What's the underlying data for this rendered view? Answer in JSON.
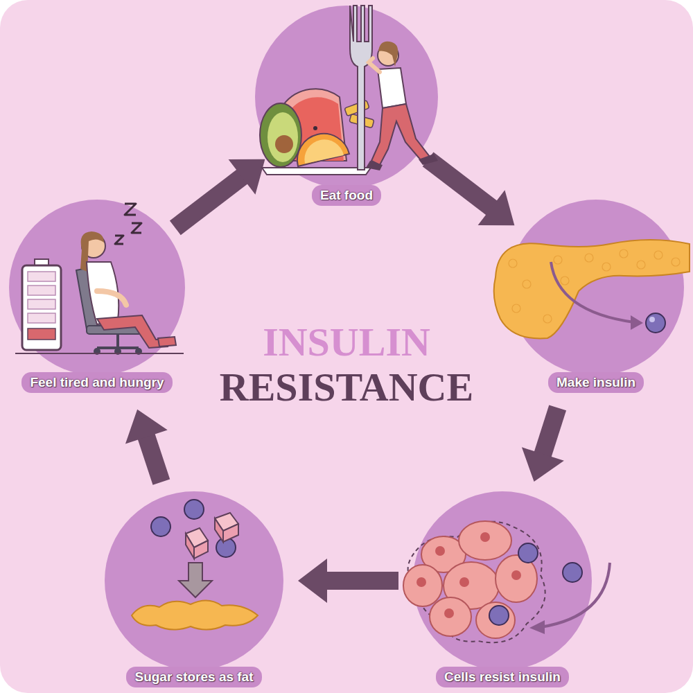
{
  "diagram": {
    "title": "INSULIN RESISTANCE",
    "nodes": [
      {
        "text": [
          "Eat food"
        ]
      },
      {
        "text": [
          "Make insulin"
        ]
      },
      {
        "text": [
          "Cells resist insulin"
        ]
      },
      {
        "text": [
          "Sugar stores as fat"
        ]
      },
      {
        "text": [
          "Feel tired and hungry"
        ]
      }
    ],
    "edges": [
      {
        "from": 0,
        "to": 1,
        "arrow": "to"
      },
      {
        "from": 1,
        "to": 2,
        "arrow": "to"
      },
      {
        "from": 2,
        "to": 3,
        "arrow": "to"
      },
      {
        "from": 3,
        "to": 4,
        "arrow": "to"
      },
      {
        "from": 4,
        "to": 0,
        "arrow": "to"
      }
    ]
  }
}
